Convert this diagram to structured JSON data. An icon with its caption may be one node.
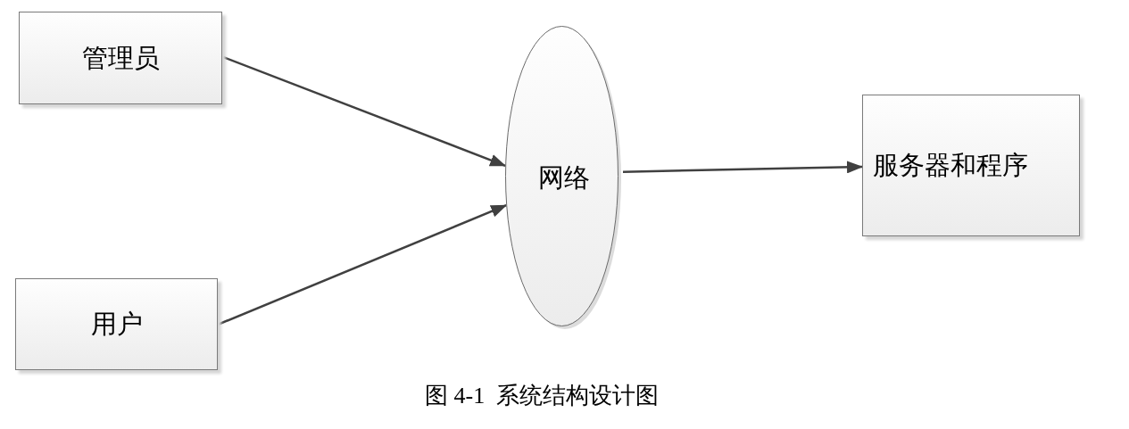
{
  "diagram": {
    "caption": "图 4-1  系统结构设计图",
    "nodes": [
      {
        "text": [
          "管理员"
        ]
      },
      {
        "text": [
          "用户"
        ]
      },
      {
        "text": [
          "网络"
        ]
      },
      {
        "text": [
          "服务器和程序"
        ]
      }
    ],
    "edges": [
      {
        "from": 0,
        "to": 2,
        "arrow": "to"
      },
      {
        "from": 1,
        "to": 2,
        "arrow": "to"
      },
      {
        "from": 2,
        "to": 3,
        "arrow": "to"
      }
    ]
  }
}
